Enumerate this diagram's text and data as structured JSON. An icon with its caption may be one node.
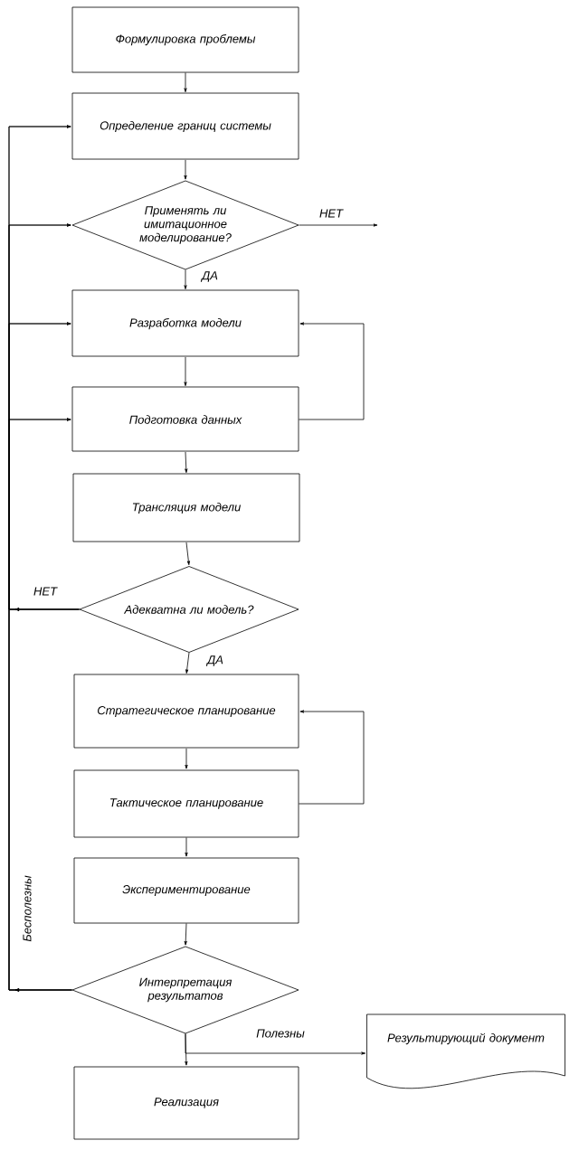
{
  "diagram": {
    "nodes": [
      {
        "text": [
          "Формулировка проблемы"
        ]
      },
      {
        "text": [
          "Определение границ системы"
        ]
      },
      {
        "text": [
          "Применять ли имитационное моделирование?"
        ]
      },
      {
        "text": [
          "Разработка модели"
        ]
      },
      {
        "text": [
          "Подготовка данных"
        ]
      },
      {
        "text": [
          "Трансляция модели"
        ]
      },
      {
        "text": [
          "Адекватна ли модель?"
        ]
      },
      {
        "text": [
          "Стратегическое планирование"
        ]
      },
      {
        "text": [
          "Тактическое планирование"
        ]
      },
      {
        "text": [
          "Экспериментирование"
        ]
      },
      {
        "text": [
          "Интерпретация результатов"
        ]
      },
      {
        "text": [
          "Реализация"
        ]
      },
      {
        "text": [
          "Результирующий документ"
        ]
      }
    ],
    "edges": [
      {
        "from": 0,
        "to": 1,
        "arrow": "to"
      },
      {
        "from": 1,
        "to": 2,
        "arrow": "to"
      },
      {
        "from": 2,
        "to": null,
        "arrow": "to",
        "label": "НЕТ"
      },
      {
        "from": 2,
        "to": 3,
        "arrow": "to",
        "label": "ДА"
      },
      {
        "from": 3,
        "to": 4,
        "arrow": "to"
      },
      {
        "from": 4,
        "to": 3,
        "arrow": "to"
      },
      {
        "from": 4,
        "to": 5,
        "arrow": "to"
      },
      {
        "from": 5,
        "to": 6,
        "arrow": "to"
      },
      {
        "from": 6,
        "to": 1,
        "arrow": "to",
        "label": "НЕТ"
      },
      {
        "from": 6,
        "to": 2,
        "arrow": "to"
      },
      {
        "from": 6,
        "to": 3,
        "arrow": "to"
      },
      {
        "from": 6,
        "to": 4,
        "arrow": "to"
      },
      {
        "from": 6,
        "to": 7,
        "arrow": "to",
        "label": "ДА"
      },
      {
        "from": 7,
        "to": 8,
        "arrow": "to"
      },
      {
        "from": 8,
        "to": 7,
        "arrow": "to"
      },
      {
        "from": 8,
        "to": 9,
        "arrow": "to"
      },
      {
        "from": 9,
        "to": 10,
        "arrow": "to"
      },
      {
        "from": 10,
        "to": 1,
        "arrow": "to",
        "label": "Бесполезны"
      },
      {
        "from": 10,
        "to": 2,
        "arrow": "to"
      },
      {
        "from": 10,
        "to": 3,
        "arrow": "to"
      },
      {
        "from": 10,
        "to": 4,
        "arrow": "to"
      },
      {
        "from": 10,
        "to": 11,
        "arrow": "to"
      },
      {
        "from": 10,
        "to": 12,
        "arrow": "to",
        "label": "Полезны"
      }
    ]
  }
}
